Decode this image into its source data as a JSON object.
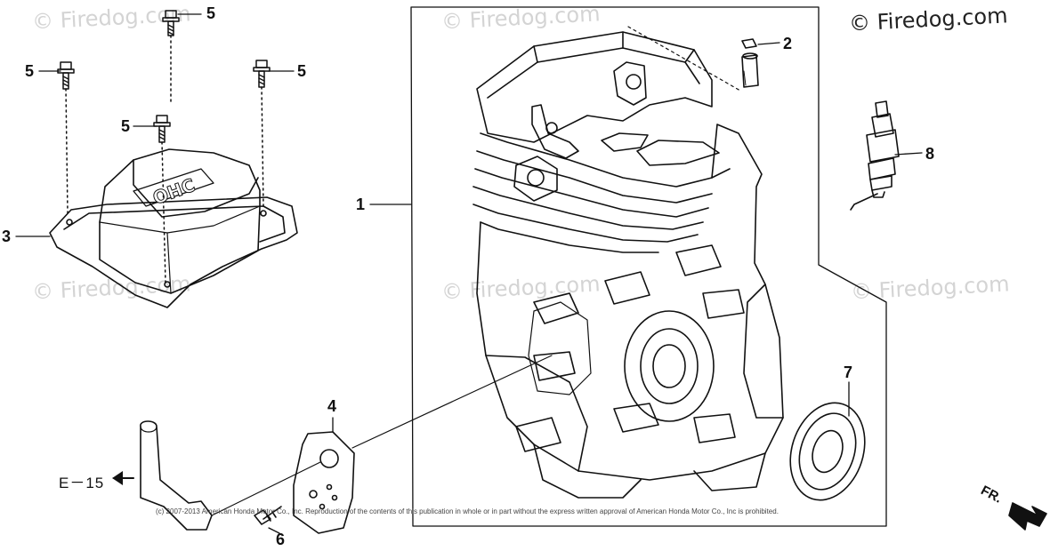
{
  "watermarks": [
    "© Firedog.com",
    "© Firedog.com",
    "© Firedog.com",
    "© Firedog.com",
    "© Firedog.com"
  ],
  "brand_text": "© Firedog.com",
  "callouts": {
    "c1": "1",
    "c2": "2",
    "c3": "3",
    "c4": "4",
    "c5a": "5",
    "c5b": "5",
    "c5c": "5",
    "c5d": "5",
    "c6": "6",
    "c7": "7",
    "c8": "8"
  },
  "reference_label": "E－15",
  "front_label": "FR.",
  "cover_logo": "OHC",
  "copyright": "(c) 2007-2013 American Honda Motor Co., Inc. Reproduction of the contents of this publication in whole or in part without the express written approval of American Honda Motor Co., Inc is prohibited.",
  "colors": {
    "line": "#111111",
    "watermark": "#d4d4d4",
    "background": "#ffffff"
  }
}
